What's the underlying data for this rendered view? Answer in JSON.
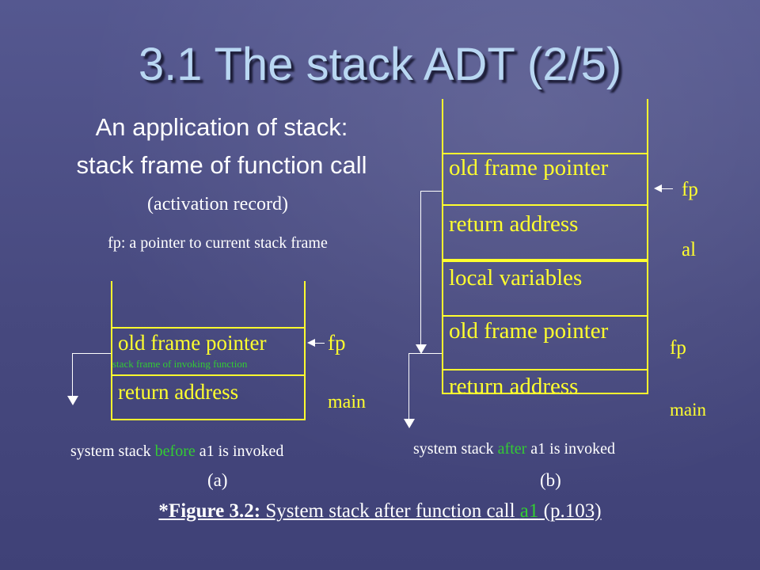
{
  "slide": {
    "title": "3.1 The stack ADT (2/5)",
    "subtitle_line1": "An application of stack:",
    "subtitle_line2": "stack frame of function call",
    "activation": "(activation record)",
    "fp_desc": "fp: a pointer to current stack frame"
  },
  "stack_a": {
    "cells": [
      "old frame pointer",
      "return address"
    ],
    "invoking_label": "stack frame of invoking function",
    "fp_label": "fp",
    "main_label": "main",
    "caption_prefix": "system stack ",
    "caption_highlight": "before",
    "caption_suffix": " a1 is invoked",
    "letter": "(a)"
  },
  "stack_b": {
    "cells": [
      "old frame pointer",
      "return address",
      "local variables",
      "old frame pointer",
      "return address"
    ],
    "fp_label_top": "fp",
    "a1_label": "al",
    "fp_label_bottom": "fp",
    "main_label": "main",
    "caption_prefix": "system stack ",
    "caption_highlight": "after",
    "caption_suffix": " a1 is invoked",
    "letter": "(b)"
  },
  "figure": {
    "bold_prefix": "*Figure 3.2:",
    "text": " System stack after function call ",
    "link": "a1",
    "suffix": " (p.103)"
  },
  "colors": {
    "title": "#b9d7f2",
    "stack": "#ffff2e",
    "highlight": "#33cc33",
    "background": "#4a4c84"
  }
}
